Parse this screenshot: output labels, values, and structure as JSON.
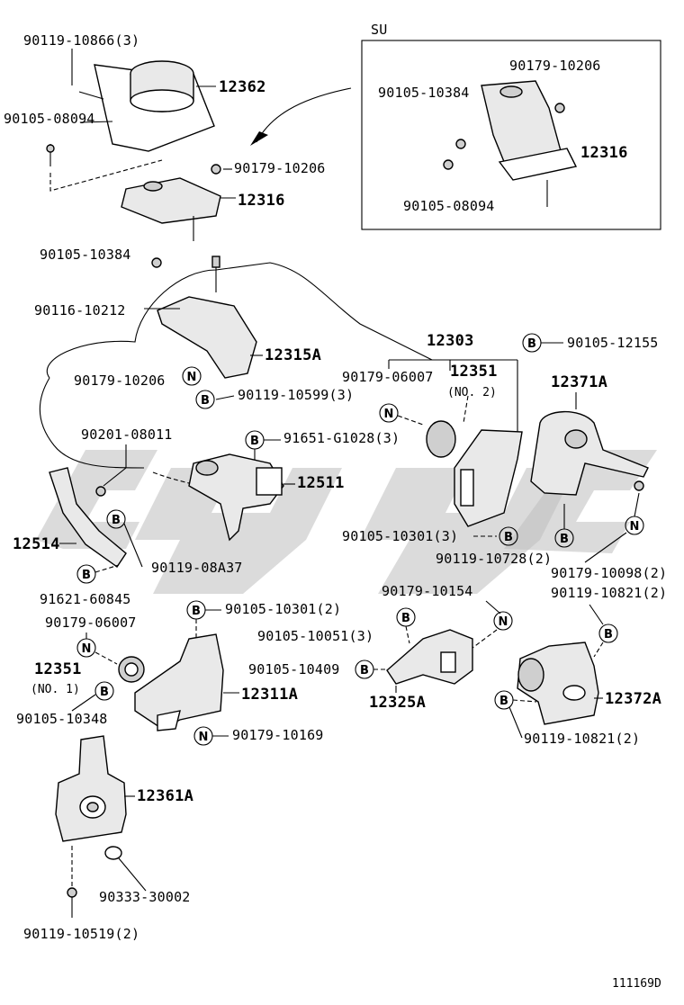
{
  "figure_code": "111169D",
  "su_box": {
    "title": "SU",
    "parts": {
      "bolt_a": "90179-10206",
      "bolt_b": "90105-10384",
      "bracket": "12316",
      "bolt_c": "90105-08094"
    }
  },
  "labels": {
    "p90119_10866": "90119-10866(3)",
    "p12362": "12362",
    "p90105_08094": "90105-08094",
    "p90179_10206_a": "90179-10206",
    "p12316": "12316",
    "p90105_10384": "90105-10384",
    "p90116_10212": "90116-10212",
    "p12315A": "12315A",
    "p90179_10206_b": "90179-10206",
    "p90119_10599": "90119-10599(3)",
    "p12303": "12303",
    "p90105_12155": "90105-12155",
    "p90179_06007_a": "90179-06007",
    "p12351_no2": "12351",
    "p12351_no2_sub": "(NO. 2)",
    "p12371A": "12371A",
    "p90201_08011": "90201-08011",
    "p91651_G1028": "91651-G1028(3)",
    "p12511": "12511",
    "p90105_10301_a": "90105-10301(3)",
    "p90119_10728": "90119-10728(2)",
    "p12514": "12514",
    "p90119_08A37": "90119-08A37",
    "p90179_10098": "90179-10098(2)",
    "p90119_10821_a": "90119-10821(2)",
    "p91621_60845": "91621-60845",
    "p90179_06007_b": "90179-06007",
    "p90105_10301_b": "90105-10301(2)",
    "p90179_10154": "90179-10154",
    "p90105_10051": "90105-10051(3)",
    "p12351_no1": "12351",
    "p12351_no1_sub": "(NO. 1)",
    "p90105_10409": "90105-10409",
    "p12311A": "12311A",
    "p12325A": "12325A",
    "p12372A": "12372A",
    "p90105_10348": "90105-10348",
    "p90179_10169": "90179-10169",
    "p90119_10821_b": "90119-10821(2)",
    "p12361A": "12361A",
    "p90333_30002": "90333-30002",
    "p90119_10519": "90119-10519(2)"
  },
  "markers": {
    "b": "B",
    "n": "N"
  }
}
